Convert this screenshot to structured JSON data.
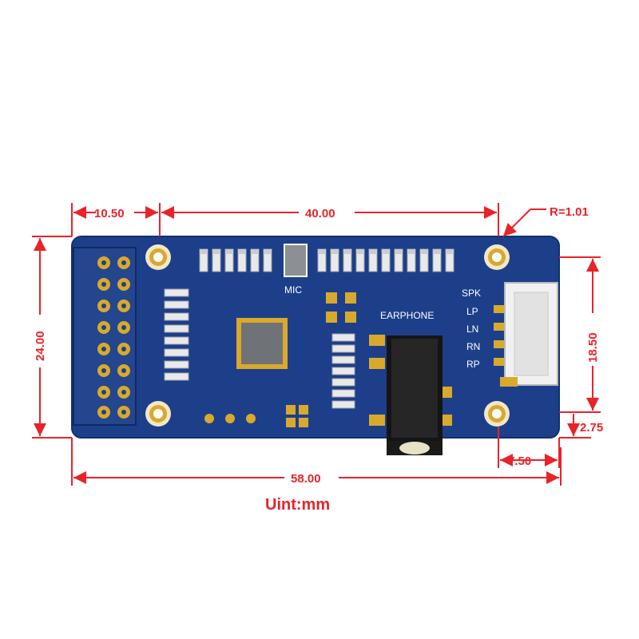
{
  "dimensions": {
    "left_offset": "10.50",
    "hole_spacing_x": "40.00",
    "corner_radius": "R=1.01",
    "height": "24.00",
    "hole_spacing_y": "18.50",
    "bottom_offset": "2.75",
    "right_offset": "7.50",
    "width": "58.00"
  },
  "unit_label": "Uint:mm",
  "board_labels": {
    "mic": "MIC",
    "earphone": "EARPHONE",
    "spk": "SPK",
    "lp": "LP",
    "ln": "LN",
    "rn": "RN",
    "rp": "RP"
  },
  "colors": {
    "dimension": "#e8232a",
    "pcb": "#1d3f8a",
    "pad": "#d9a92c",
    "chip": "#6f7277",
    "connector": "#f1f1f1",
    "jack": "#151515"
  }
}
